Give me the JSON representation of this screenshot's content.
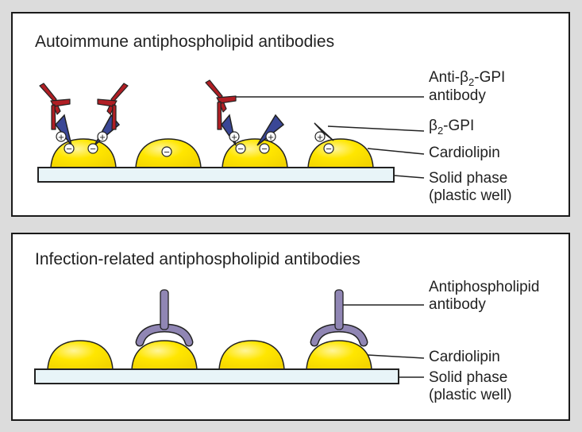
{
  "panels": {
    "autoimmune": {
      "title": "Autoimmune antiphospholipid antibodies",
      "labels": {
        "antibody_line1_prefix": "Anti-",
        "antibody_line1_beta": "β",
        "antibody_line1_sub": "2",
        "antibody_line1_suffix": "-GPI",
        "antibody_line2": "antibody",
        "gpi_beta": "β",
        "gpi_sub": "2",
        "gpi_suffix": "-GPI",
        "cardiolipin": "Cardiolipin",
        "solid_line1": "Solid phase",
        "solid_line2": "(plastic well)"
      },
      "charge_symbols": {
        "positive": "+",
        "negative": "−"
      }
    },
    "infection": {
      "title": "Infection-related antiphospholipid antibodies",
      "labels": {
        "antibody_line1": "Antiphospholipid",
        "antibody_line2": "antibody",
        "cardiolipin": "Cardiolipin",
        "solid_line1": "Solid phase",
        "solid_line2": "(plastic well)"
      }
    }
  },
  "colors": {
    "background": "#dcdcdc",
    "cardiolipin": "#ffe600",
    "solid_phase": "#e8f4f8",
    "anti_b2gpi_antibody": "#b01e24",
    "b2gpi": "#3a4796",
    "antiphospholipid_antibody": "#9086b4"
  }
}
